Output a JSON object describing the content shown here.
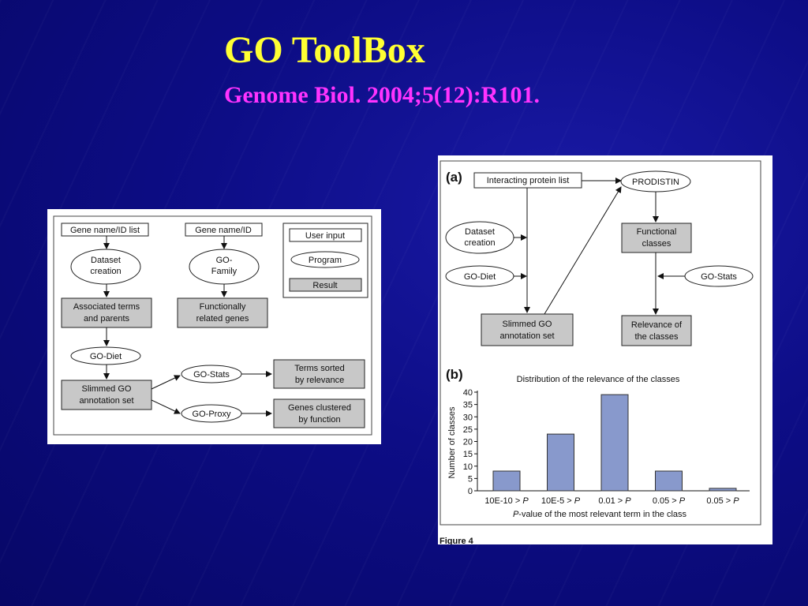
{
  "slide": {
    "title": "GO ToolBox",
    "citation": "Genome Biol. 2004;5(12):R101."
  },
  "left_figure": {
    "gene_list": "Gene name/ID list",
    "gene_single": "Gene name/ID",
    "dataset_creation": [
      "Dataset",
      "creation"
    ],
    "go_family": [
      "GO-",
      "Family"
    ],
    "associated_terms": [
      "Associated terms",
      "and parents"
    ],
    "functionally_related": [
      "Functionally",
      "related genes"
    ],
    "go_diet": "GO-Diet",
    "slimmed": [
      "Slimmed GO",
      "annotation set"
    ],
    "go_stats": "GO-Stats",
    "go_proxy": "GO-Proxy",
    "terms_sorted": [
      "Terms sorted",
      "by relevance"
    ],
    "genes_clustered": [
      "Genes clustered",
      "by function"
    ],
    "legend": {
      "user_input": "User input",
      "program": "Program",
      "result": "Result"
    }
  },
  "right_figure": {
    "label_a": "(a)",
    "label_b": "(b)",
    "interacting": "Interacting protein list",
    "prodistin": "PRODISTIN",
    "dataset_creation": [
      "Dataset",
      "creation"
    ],
    "go_diet": "GO-Diet",
    "slimmed": [
      "Slimmed GO",
      "annotation set"
    ],
    "functional_classes": [
      "Functional",
      "classes"
    ],
    "go_stats": "GO-Stats",
    "relevance": [
      "Relevance of",
      "the classes"
    ],
    "caption": "Figure 4"
  },
  "chart_data": {
    "type": "bar",
    "title": "Distribution of the relevance of the classes",
    "xlabel_prefix": "P",
    "xlabel_rest": "-value of the most relevant term in the class",
    "ylabel": "Number of classes",
    "categories": [
      {
        "pre": "10E-10 > ",
        "var": "P"
      },
      {
        "pre": "10E-5 > ",
        "var": "P"
      },
      {
        "pre": "0.01 > ",
        "var": "P"
      },
      {
        "pre": "0.05 > ",
        "var": "P"
      },
      {
        "pre": "0.05 > ",
        "var": "P"
      }
    ],
    "values": [
      8,
      23,
      39,
      8,
      1
    ],
    "ylim": [
      0,
      40
    ],
    "yticks": [
      0,
      5,
      10,
      15,
      20,
      25,
      30,
      35,
      40
    ],
    "bar_color": "#8899cc",
    "grid": false
  },
  "colors": {
    "background": "#0d0d86",
    "title": "#ffff33",
    "citation": "#ff33ff",
    "result_box": "#c8c8c8"
  }
}
